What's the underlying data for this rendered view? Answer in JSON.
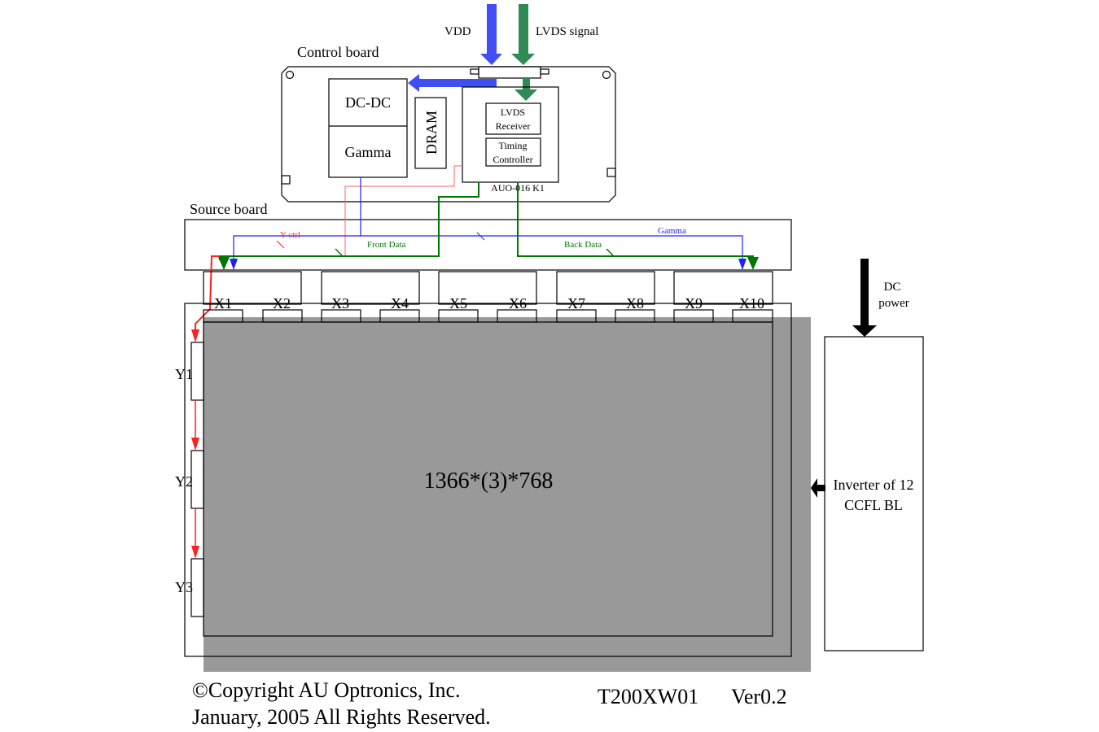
{
  "inputs": {
    "vdd": "VDD",
    "lvds_signal": "LVDS signal",
    "dc_power_line1": "DC",
    "dc_power_line2": "power"
  },
  "control_board": {
    "label": "Control board",
    "dcdc": "DC-DC",
    "gamma": "Gamma",
    "dram": "DRAM",
    "lvds_receiver_line1": "LVDS",
    "lvds_receiver_line2": "Receiver",
    "timing_line1": "Timing",
    "timing_line2": "Controller",
    "chip_label": "AUO-016  K1"
  },
  "source_board": {
    "label": "Source board",
    "y_ctrl": "Y ctrl",
    "front_data": "Front Data",
    "back_data": "Back Data",
    "gamma": "Gamma"
  },
  "x_drivers": [
    "X1",
    "X2",
    "X3",
    "X4",
    "X5",
    "X6",
    "X7",
    "X8",
    "X9",
    "X10"
  ],
  "y_drivers": [
    "Y1",
    "Y2",
    "Y3"
  ],
  "panel": {
    "resolution": "1366*(3)*768"
  },
  "inverter": {
    "line1": "Inverter of 12",
    "line2": "CCFL BL"
  },
  "footer": {
    "copyright": "©Copyright AU Optronics, Inc.",
    "rights": "January, 2005 All Rights Reserved.",
    "model": "T200XW01",
    "version": "Ver0.2"
  },
  "colors": {
    "vdd": "#3f4ff5",
    "lvds": "#2f8a55",
    "red": "#ff2020",
    "green": "#007700",
    "blue": "#2020ff",
    "yellow": "#ffff99",
    "orange": "#f9cc99",
    "cyan": "#ccffff",
    "shadow": "#999999"
  }
}
